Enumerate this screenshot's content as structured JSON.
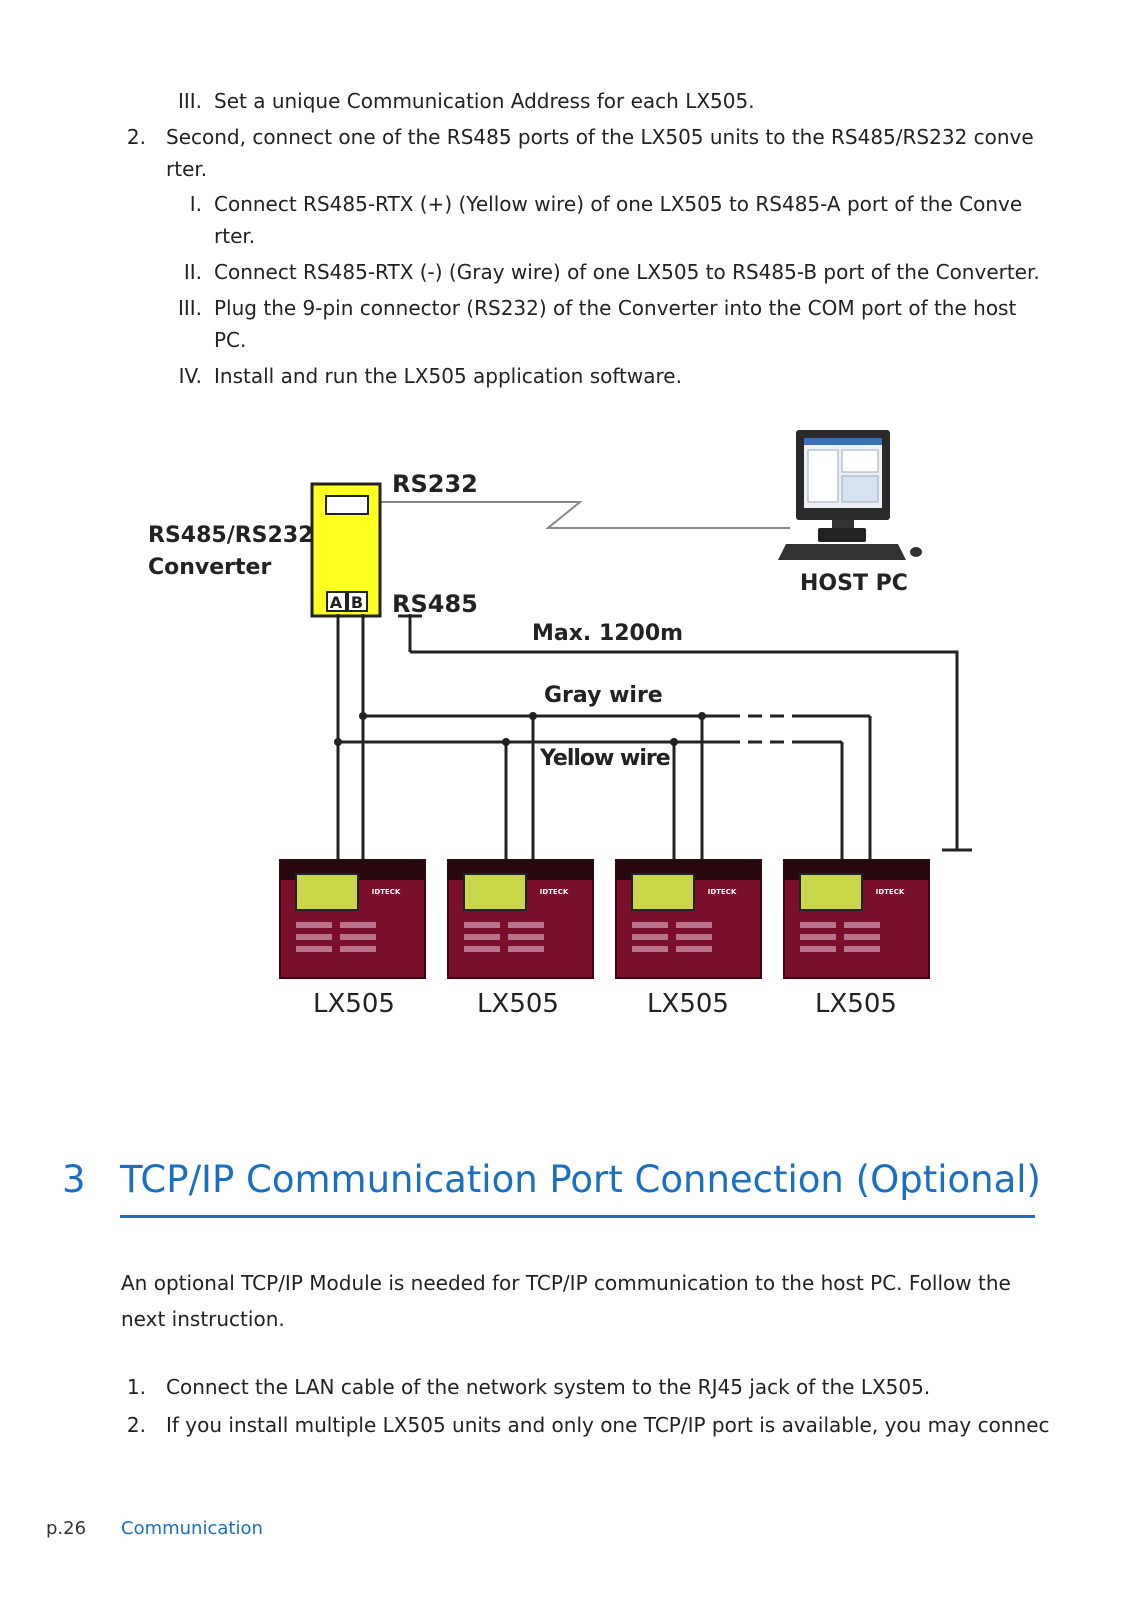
{
  "steps_top": [
    {
      "marker": "III.",
      "lines": [
        "Set a unique Communication Address for each LX505."
      ]
    },
    {
      "marker": "2.",
      "lines": [
        "Second, connect one of the RS485 ports of the LX505 units to the RS485/RS232 conve",
        "rter."
      ]
    },
    {
      "marker": "I.",
      "lines": [
        "Connect RS485-RTX (+) (Yellow wire) of one LX505 to RS485-A port of the Conve",
        "rter."
      ]
    },
    {
      "marker": "II.",
      "lines": [
        "Connect RS485-RTX (-) (Gray wire) of one LX505 to RS485-B port of the Converter."
      ]
    },
    {
      "marker": "III.",
      "lines": [
        "Plug the 9-pin connector (RS232) of the Converter into the COM port of the host",
        "PC."
      ]
    },
    {
      "marker": "IV.",
      "lines": [
        "Install and run the LX505 application software."
      ]
    }
  ],
  "diagram": {
    "rs232_label": "RS232",
    "rs485_label": "RS485",
    "converter_label_1": "RS485/RS232",
    "converter_label_2": "Converter",
    "port_a": "A",
    "port_b": "B",
    "host_pc_label": "HOST PC",
    "max_distance_label": "Max. 1200m",
    "gray_wire_label": "Gray wire",
    "yellow_wire_label": "Yellow wire",
    "device_label": "LX505",
    "device_brand": "IDTECK",
    "colors": {
      "converter": "#ffff22",
      "device": "#7a0f2c",
      "screen": "#c8d84a"
    }
  },
  "section": {
    "number": "3",
    "title": "TCP/IP Communication Port Connection (Optional)",
    "intro_lines": [
      "An optional TCP/IP Module is needed for TCP/IP communication to the host PC. Follow the",
      "next instruction."
    ],
    "steps": [
      {
        "marker": "1.",
        "text": "Connect the LAN cable of the network system to the RJ45 jack of the LX505."
      },
      {
        "marker": "2.",
        "text": "If you install multiple LX505 units and only one TCP/IP port is available, you may connec"
      }
    ]
  },
  "footer": {
    "page": "p.26",
    "section": "Communication"
  }
}
